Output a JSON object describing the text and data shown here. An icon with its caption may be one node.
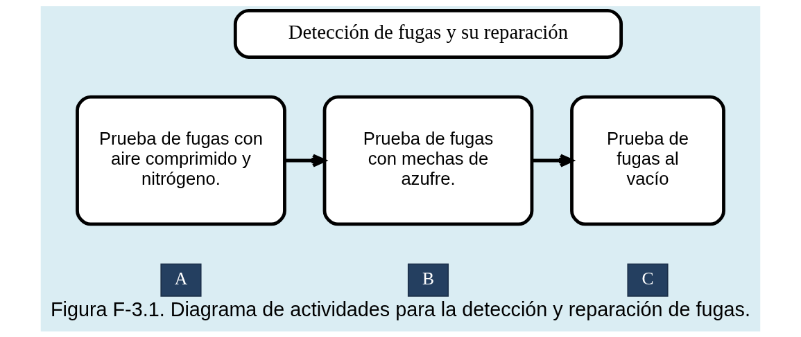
{
  "diagram": {
    "caption": "Figura F-3.1. Diagrama de actividades para la detección y reparación de fugas.",
    "nodes": [
      {
        "text": [
          "Detección de fugas y su reparación"
        ]
      },
      {
        "text": [
          "Prueba de fugas con aire comprimido y nitrógeno."
        ]
      },
      {
        "text": [
          "A"
        ]
      },
      {
        "text": [
          "Prueba de fugas con mechas de azufre."
        ]
      },
      {
        "text": [
          "B"
        ]
      },
      {
        "text": [
          "Prueba de fugas al vacío"
        ]
      },
      {
        "text": [
          "C"
        ]
      }
    ],
    "edges": [
      {
        "from": 1,
        "to": 3,
        "arrow": "to"
      },
      {
        "from": 3,
        "to": 5,
        "arrow": "to"
      }
    ]
  }
}
